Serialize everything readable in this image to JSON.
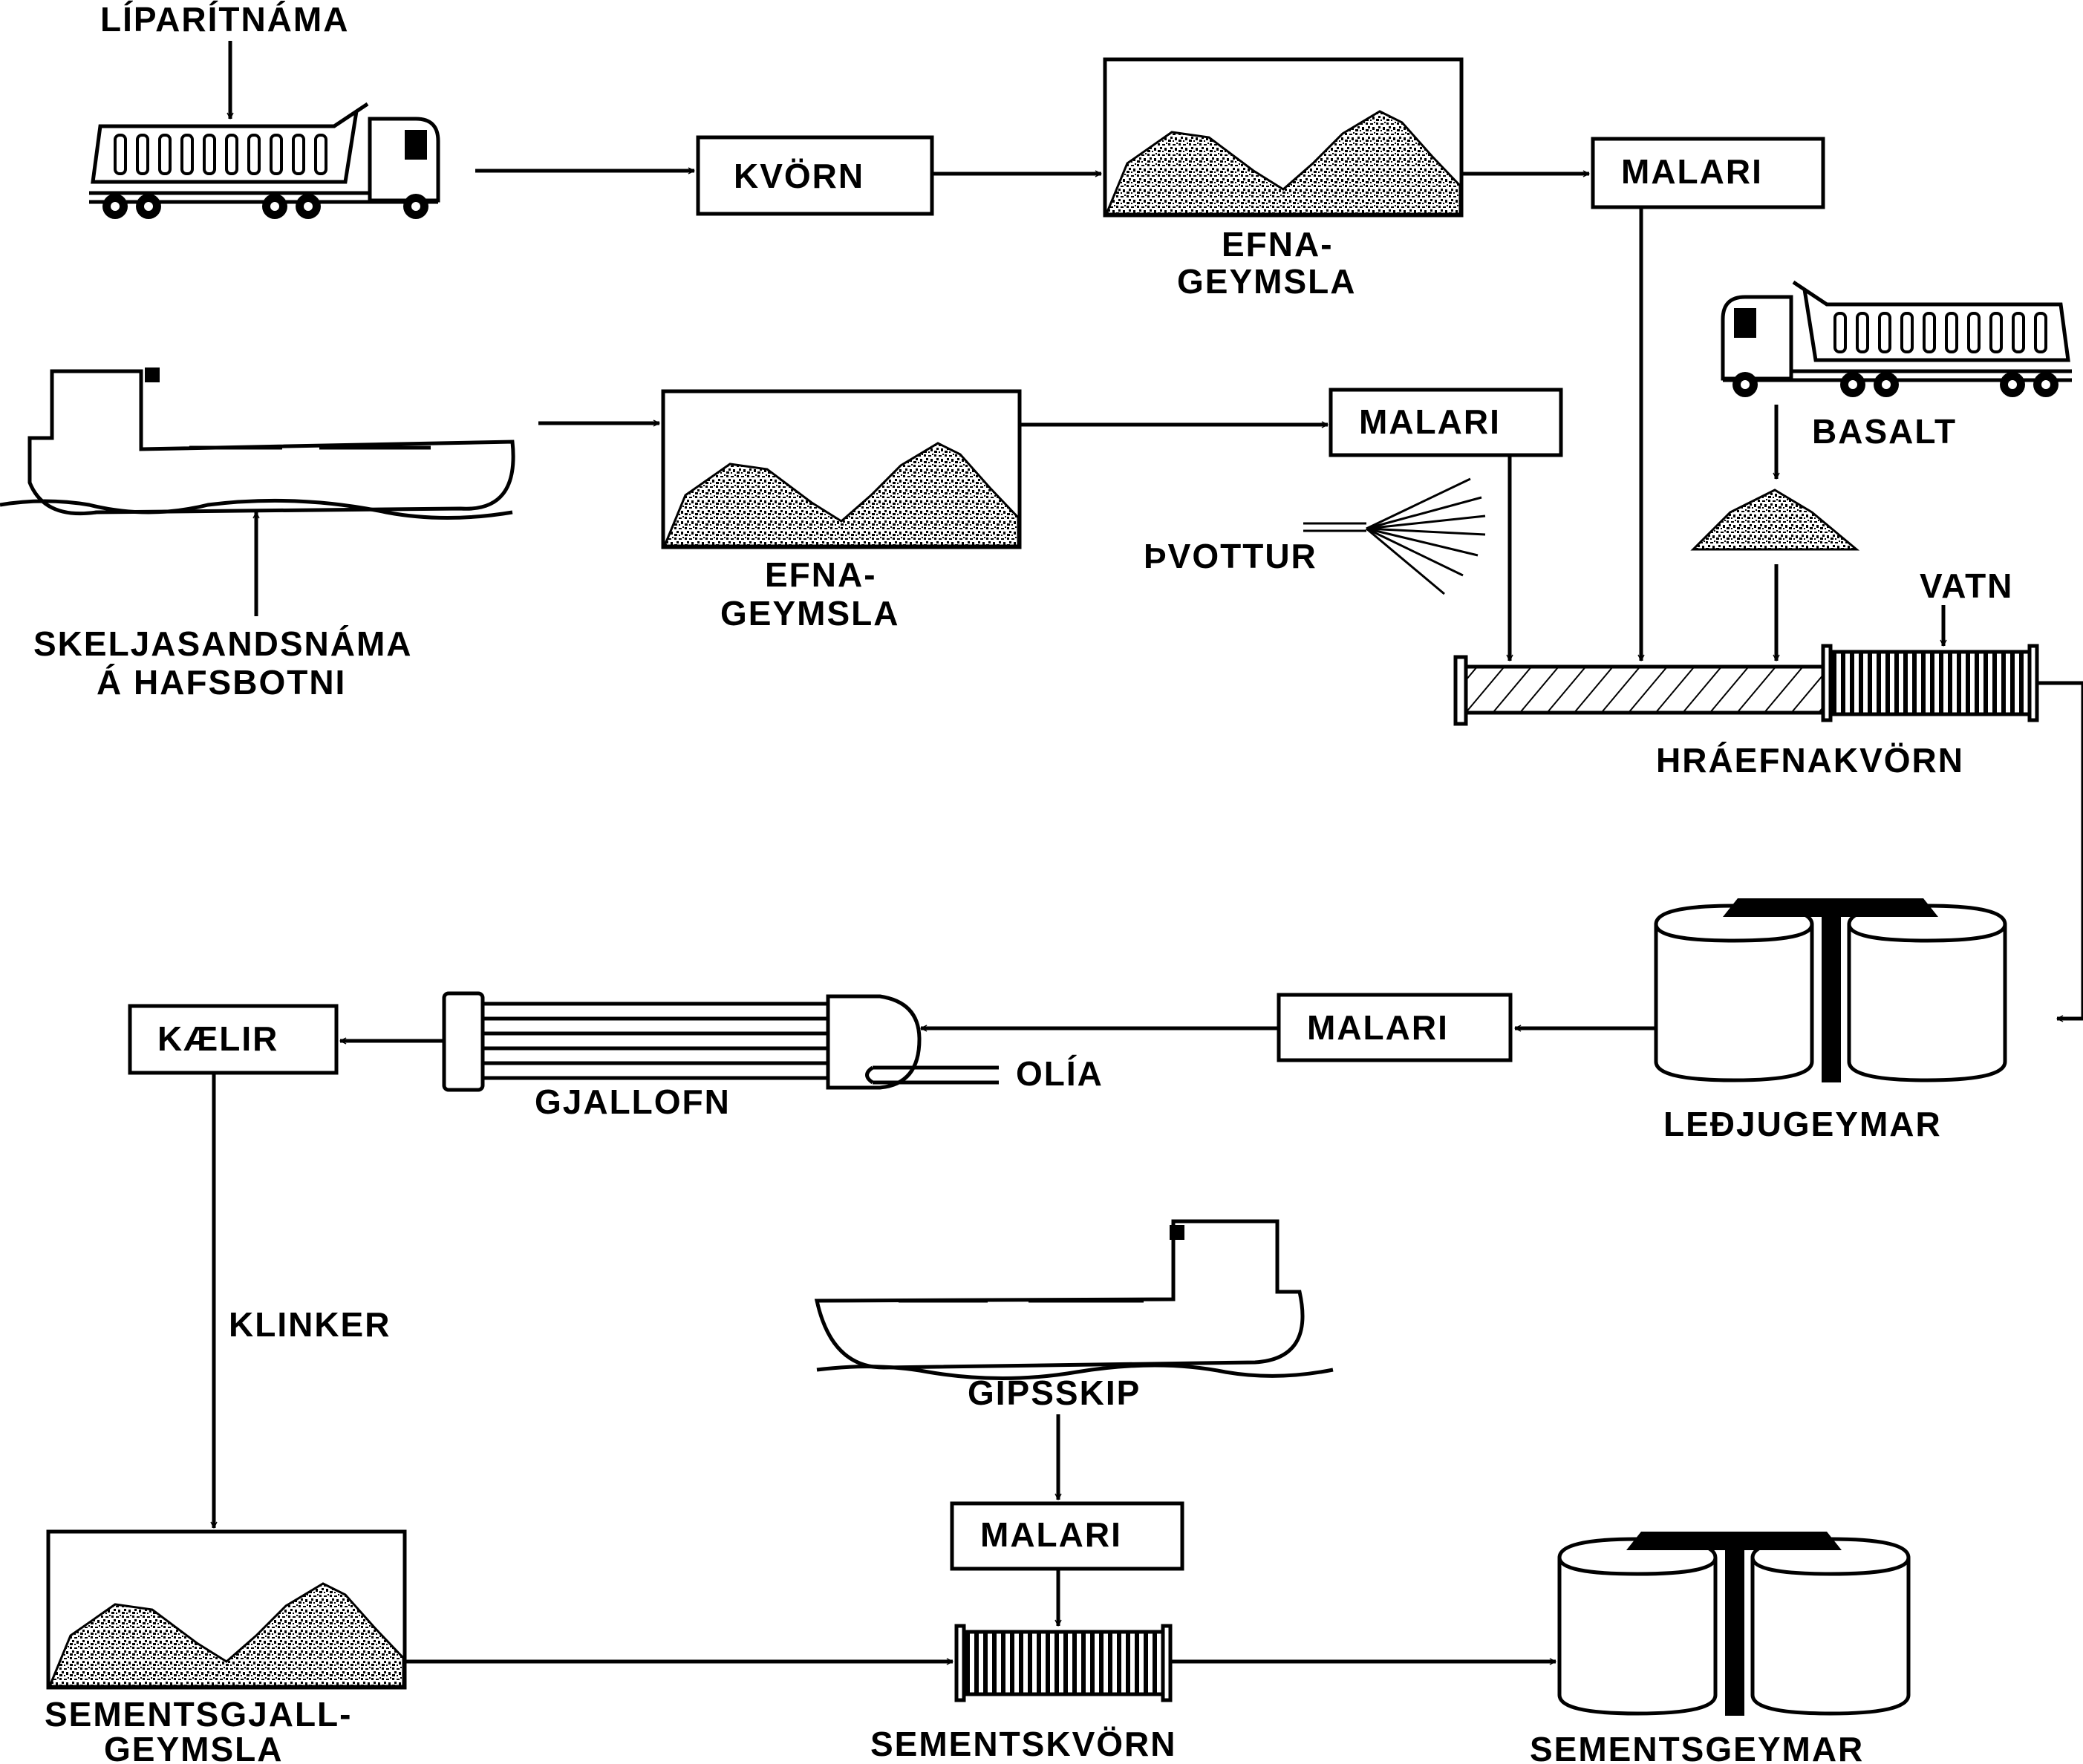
{
  "labels": {
    "liparitnama": "LÍPARÍTNÁMA",
    "kvorn": "KVÖRN",
    "efnageymsla1_l1": "EFNA-",
    "efnageymsla1_l2": "GEYMSLA",
    "malari_top": "MALARI",
    "basalt": "BASALT",
    "malari_mid": "MALARI",
    "efnageymsla2_l1": "EFNA-",
    "efnageymsla2_l2": "GEYMSLA",
    "skeljasandsnama_l1": "SKELJASANDSNÁMA",
    "skeljasandsnama_l2": "Á HAFSBOTNI",
    "thvottur": "ÞVOTTUR",
    "vatn": "VATN",
    "hraefnakvorn": "HRÁEFNAKVÖRN",
    "malari_kiln": "MALARI",
    "ledjugeymar": "LEÐJUGEYMAR",
    "kaelir": "KÆLIR",
    "gjallofn": "GJALLOFN",
    "olia": "OLÍA",
    "klinker": "KLINKER",
    "gipsskip": "GIPSSKIP",
    "malari_gips": "MALARI",
    "sementsgjall_l1": "SEMENTSGJALL-",
    "sementsgjall_l2": "GEYMSLA",
    "sementskvorn": "SEMENTSKVÖRN",
    "sementsgeymar": "SEMENTSGEYMAR"
  },
  "icons": [
    "dump-truck-icon",
    "ship-icon",
    "material-pile-icon",
    "spray-nozzle-icon",
    "mill-drum-icon",
    "silo-tanks-icon",
    "rotary-kiln-icon"
  ]
}
